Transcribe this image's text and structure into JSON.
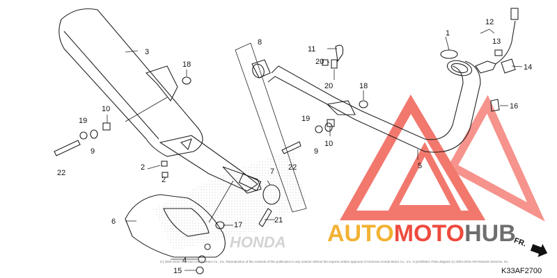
{
  "diagram": {
    "labels": [
      {
        "id": "1",
        "text": "1"
      },
      {
        "id": "2a",
        "text": "2"
      },
      {
        "id": "2b",
        "text": "2"
      },
      {
        "id": "3",
        "text": "3"
      },
      {
        "id": "4",
        "text": "4"
      },
      {
        "id": "5",
        "text": "5"
      },
      {
        "id": "6",
        "text": "6"
      },
      {
        "id": "7",
        "text": "7"
      },
      {
        "id": "8",
        "text": "8"
      },
      {
        "id": "9a",
        "text": "9"
      },
      {
        "id": "9b",
        "text": "9"
      },
      {
        "id": "10a",
        "text": "10"
      },
      {
        "id": "10b",
        "text": "10"
      },
      {
        "id": "11",
        "text": "11"
      },
      {
        "id": "12",
        "text": "12"
      },
      {
        "id": "13",
        "text": "13"
      },
      {
        "id": "14",
        "text": "14"
      },
      {
        "id": "15",
        "text": "15"
      },
      {
        "id": "16",
        "text": "16"
      },
      {
        "id": "17",
        "text": "17"
      },
      {
        "id": "18a",
        "text": "18"
      },
      {
        "id": "18b",
        "text": "18"
      },
      {
        "id": "19a",
        "text": "19"
      },
      {
        "id": "19b",
        "text": "19"
      },
      {
        "id": "20a",
        "text": "20"
      },
      {
        "id": "20b",
        "text": "20"
      },
      {
        "id": "21",
        "text": "21"
      },
      {
        "id": "22a",
        "text": "22"
      },
      {
        "id": "22b",
        "text": "22"
      }
    ],
    "diagram_code": "K33AF2700",
    "direction_marker": "FR.",
    "copyright": "(c) 2002-2019 American Honda Motor Co., Inc. Reproduction of the contents of this publication in any manner without the express written approval of American Honda Motor Co., Inc. is prohibited. Parts diagram (c) 2004-2019 ARI Network Services, Inc.",
    "background_watermark": "HONDA"
  },
  "watermark": {
    "brand_part1": "AUTO",
    "brand_part2": "MOTO",
    "brand_part3": "HUB",
    "color_orange": "#F2B233",
    "color_red": "#EE4B3E",
    "color_gray": "#6E6E6E"
  }
}
